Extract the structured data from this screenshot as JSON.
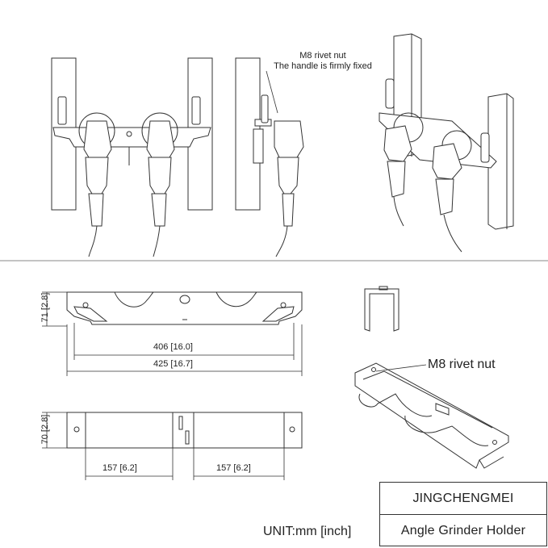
{
  "notes": {
    "rivet_side_line1": "M8 rivet nut",
    "rivet_side_line2": "The handle is firmly fixed",
    "rivet_iso": "M8 rivet nut"
  },
  "dimensions": {
    "height_front": "71 [2.8]",
    "inner_width": "406 [16.0]",
    "overall_width": "425 [16.7]",
    "height_top": "70 [2.8]",
    "left_span": "157 [6.2]",
    "right_span": "157 [6.2]"
  },
  "unit_label": "UNIT:mm [inch]",
  "title_block": {
    "brand": "JINGCHENGMEI",
    "product": "Angle Grinder Holder"
  },
  "colors": {
    "line": "#333333",
    "fill": "#ffffff"
  }
}
